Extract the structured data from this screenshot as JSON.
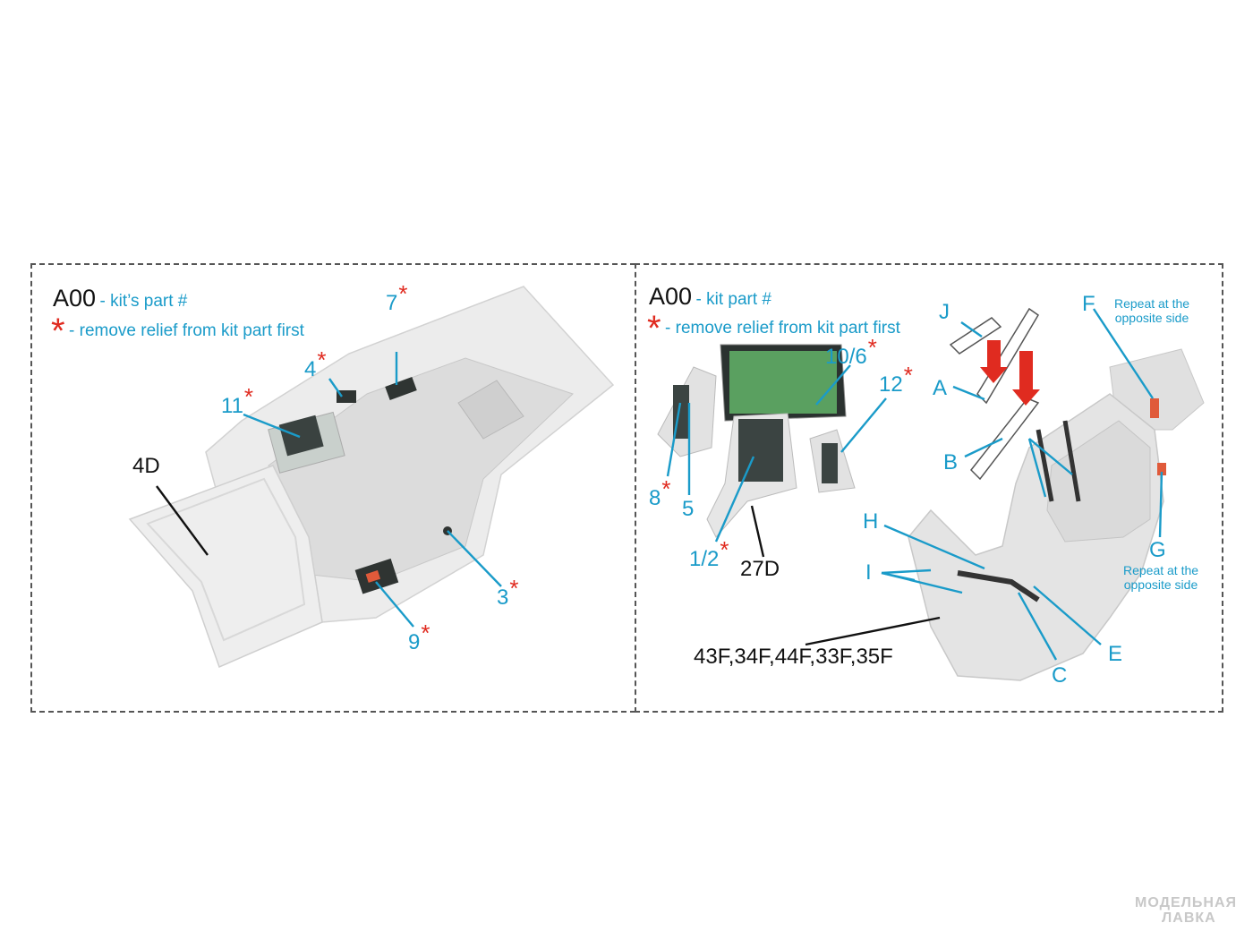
{
  "left": {
    "legend_code": "A00",
    "legend_code_text": "- kit’s part #",
    "legend_star_symbol": "*",
    "legend_relief_text": "- remove relief from kit part first",
    "callouts": [
      "7",
      "4",
      "11",
      "4D",
      "3",
      "9"
    ],
    "star": "*"
  },
  "right": {
    "legend_code": "A00",
    "legend_code_text": "- kit part #",
    "legend_star_symbol": "*",
    "legend_relief_text": "- remove relief from kit part first",
    "callouts": [
      "10/6",
      "12",
      "8",
      "5",
      "1/2",
      "27D",
      "J",
      "A",
      "B",
      "F",
      "G",
      "H",
      "I",
      "E",
      "C",
      "43F,34F,44F,33F,35F"
    ],
    "note_f": "Repeat at the opposite side",
    "note_g": "Repeat at the opposite side",
    "star": "*"
  },
  "watermark": {
    "line1": "МОДЕЛЬНАЯ",
    "line2": "ЛАВКА"
  },
  "colors": {
    "callout_blue": "#1a9bc9",
    "star_red": "#e02b20",
    "part_grey": "#e4e4e4"
  }
}
